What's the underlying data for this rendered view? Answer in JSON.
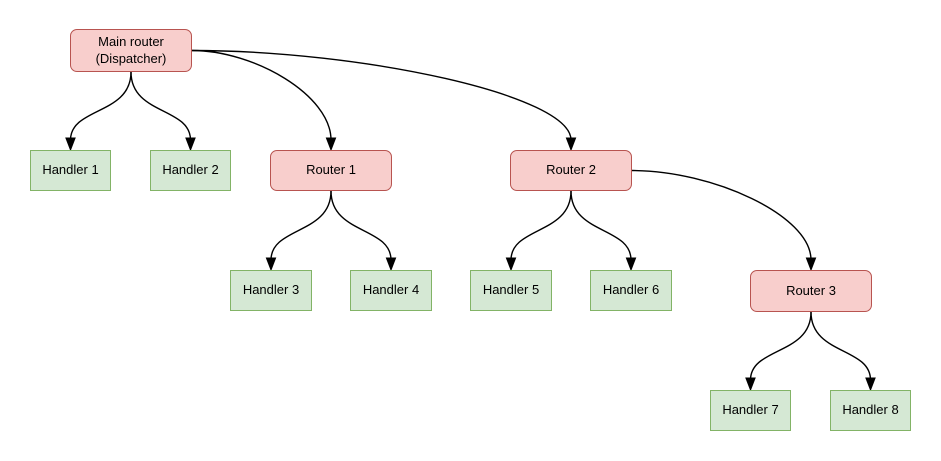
{
  "diagram": {
    "background": "#ffffff",
    "colors": {
      "router_fill": "#f8cecc",
      "router_border": "#b85450",
      "handler_fill": "#d5e8d4",
      "handler_border": "#82b366",
      "edge": "#000000",
      "text": "#000000"
    },
    "nodes": [
      {
        "id": "main",
        "type": "router",
        "label": "Main router (Dispatcher)"
      },
      {
        "id": "h1",
        "type": "handler",
        "label": "Handler 1"
      },
      {
        "id": "h2",
        "type": "handler",
        "label": "Handler 2"
      },
      {
        "id": "r1",
        "type": "router",
        "label": "Router 1"
      },
      {
        "id": "r2",
        "type": "router",
        "label": "Router 2"
      },
      {
        "id": "h3",
        "type": "handler",
        "label": "Handler 3"
      },
      {
        "id": "h4",
        "type": "handler",
        "label": "Handler 4"
      },
      {
        "id": "h5",
        "type": "handler",
        "label": "Handler 5"
      },
      {
        "id": "h6",
        "type": "handler",
        "label": "Handler 6"
      },
      {
        "id": "r3",
        "type": "router",
        "label": "Router 3"
      },
      {
        "id": "h7",
        "type": "handler",
        "label": "Handler 7"
      },
      {
        "id": "h8",
        "type": "handler",
        "label": "Handler 8"
      }
    ],
    "edges": [
      {
        "from": "main",
        "to": "h1"
      },
      {
        "from": "main",
        "to": "h2"
      },
      {
        "from": "main",
        "to": "r1"
      },
      {
        "from": "main",
        "to": "r2"
      },
      {
        "from": "r1",
        "to": "h3"
      },
      {
        "from": "r1",
        "to": "h4"
      },
      {
        "from": "r2",
        "to": "h5"
      },
      {
        "from": "r2",
        "to": "h6"
      },
      {
        "from": "r2",
        "to": "r3"
      },
      {
        "from": "r3",
        "to": "h7"
      },
      {
        "from": "r3",
        "to": "h8"
      }
    ]
  }
}
